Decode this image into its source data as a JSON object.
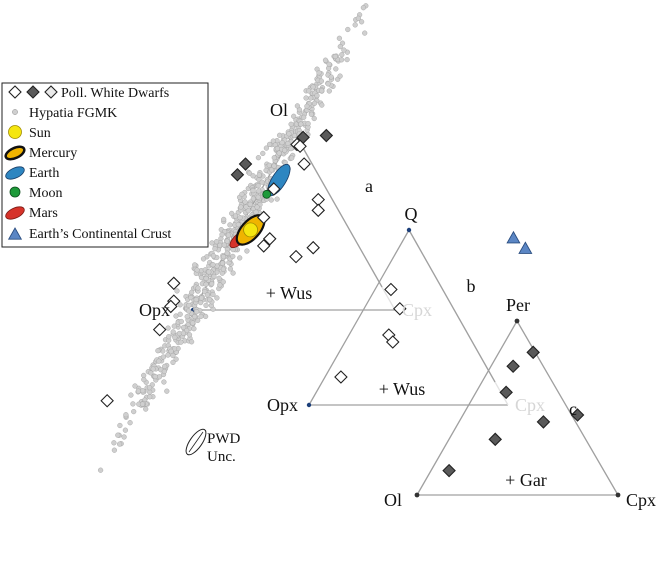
{
  "chart_data": {
    "type": "scatter",
    "legend": {
      "placement": "top-left",
      "entries": [
        {
          "key": "pwd",
          "label": "Poll. White Dwarfs",
          "marker": "diamonds"
        },
        {
          "key": "hypatia",
          "label": "Hypatia FGMK",
          "marker": "small-circle"
        },
        {
          "key": "sun",
          "label": "Sun",
          "marker": "circle",
          "color": "#f5e60f"
        },
        {
          "key": "mercury",
          "label": "Mercury",
          "marker": "ellipse",
          "color": "#111111"
        },
        {
          "key": "earth",
          "label": "Earth",
          "marker": "ellipse",
          "color": "#2e86c1"
        },
        {
          "key": "moon",
          "label": "Moon",
          "marker": "circle",
          "color": "#1e9a3a"
        },
        {
          "key": "mars",
          "label": "Mars",
          "marker": "ellipse",
          "color": "#d6332a"
        },
        {
          "key": "crust",
          "label": "Earth’s Continental Crust",
          "marker": "triangle",
          "color": "#5b86c4"
        }
      ]
    },
    "triangles": [
      {
        "panel": "a",
        "vertices": {
          "top": "Ol",
          "left": "Opx",
          "right": "Cpx"
        },
        "field_label": "+ Wus",
        "right_vertex_faded": true,
        "pwd_open": [
          [
            0.93,
            0.05
          ],
          [
            0.92,
            0.07
          ],
          [
            0.82,
            0.14
          ],
          [
            0.68,
            0.06
          ],
          [
            0.62,
            0.31
          ],
          [
            0.56,
            0.34
          ],
          [
            0.52,
            0.09
          ],
          [
            0.4,
            0.18
          ],
          [
            0.36,
            0.17
          ],
          [
            0.35,
            0.42
          ],
          [
            0.3,
            0.36
          ]
        ],
        "pwd_filled": [
          [
            0.97,
            0.06
          ],
          [
            0.98,
            0.17
          ]
        ],
        "sun": [
          0.45,
          0.06
        ],
        "mercury": [
          0.45,
          0.06
        ],
        "earth": [
          0.73,
          0.06
        ],
        "moon": [
          0.65,
          0.04
        ],
        "mars": [
          0.4,
          0.03
        ]
      },
      {
        "panel": "b",
        "vertices": {
          "top": "Q",
          "left": "Opx",
          "right": "Cpx"
        },
        "field_label": "+ Wus",
        "right_vertex_faded": true,
        "pwd_open": [
          [
            0.66,
            0.08
          ],
          [
            0.55,
            0.18
          ],
          [
            0.4,
            0.2
          ],
          [
            0.36,
            0.24
          ],
          [
            0.16,
            0.08
          ]
        ],
        "crust": [
          [
            0.95,
            0.55
          ],
          [
            0.89,
            0.64
          ]
        ]
      },
      {
        "panel": "c",
        "vertices": {
          "top": "Per",
          "left": "Ol",
          "right": "Cpx"
        },
        "field_label": "+ Gar",
        "right_vertex_faded": false,
        "pwd_filled": [
          [
            0.82,
            0.17
          ],
          [
            0.74,
            0.11
          ],
          [
            0.59,
            0.15
          ],
          [
            0.46,
            0.57
          ],
          [
            0.42,
            0.42
          ],
          [
            0.32,
            0.23
          ],
          [
            0.14,
            0.09
          ]
        ]
      }
    ],
    "annotation": {
      "line1": "PWD",
      "line2": "Unc."
    },
    "panel_labels": [
      "a",
      "b",
      "c"
    ],
    "colors": {
      "pwd_open_fill": "#ffffff",
      "pwd_filled": "#5a5a5a",
      "hypatia": "#cfcfcf",
      "edge": "#a0a0a0",
      "faded": "#d6d6d6"
    }
  }
}
